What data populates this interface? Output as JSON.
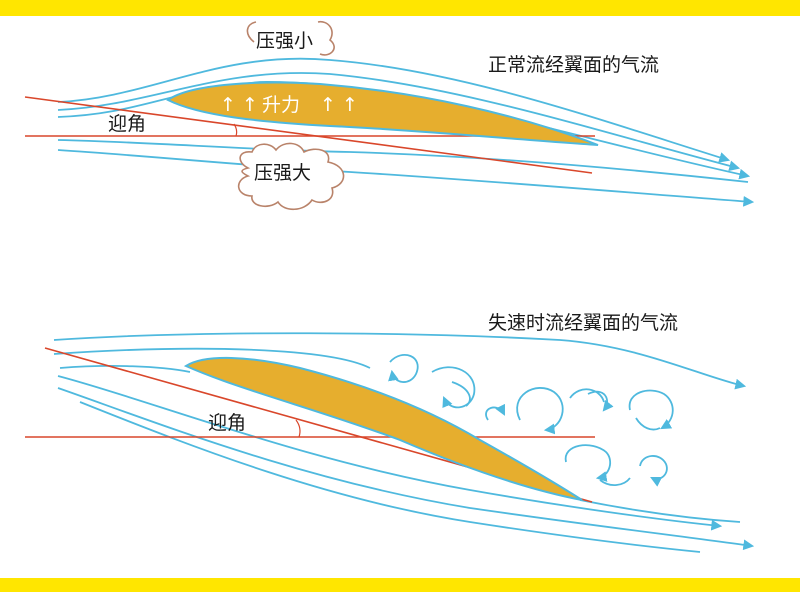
{
  "colors": {
    "border": "#FFE600",
    "airflow": "#4FB9DE",
    "wing": "#E6AE2E",
    "reference_line": "#D9472B",
    "cloud": "#B9836A",
    "text": "#1a1a1a"
  },
  "top": {
    "title": "正常流经翼面的气流",
    "low_pressure": "压强小",
    "high_pressure": "压强大",
    "angle_label": "迎角",
    "lift_label": "升力",
    "lift_arrows": "↑ ↑"
  },
  "bottom": {
    "title": "失速时流经翼面的气流",
    "angle_label": "迎角"
  }
}
